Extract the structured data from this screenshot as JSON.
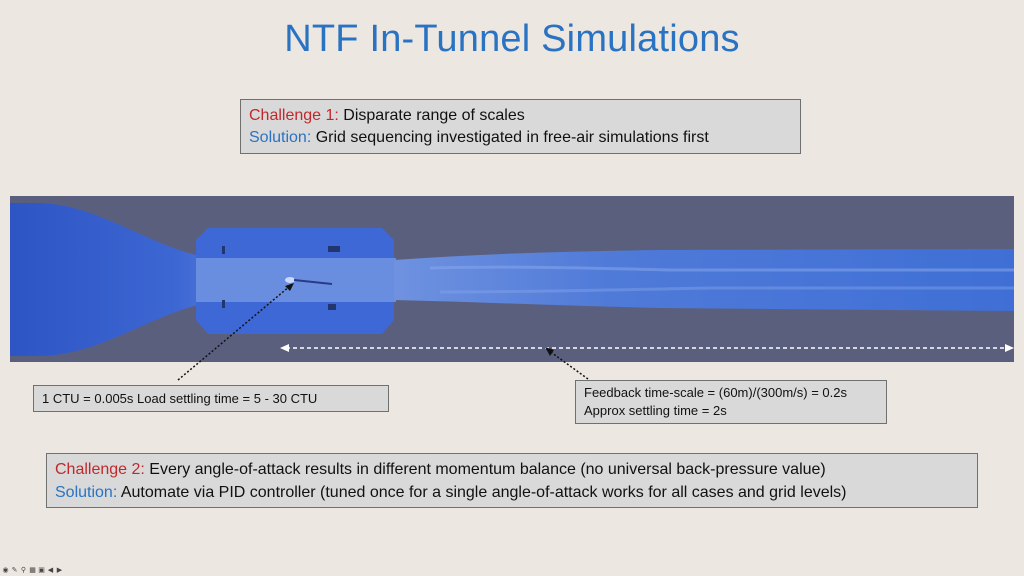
{
  "title": "NTF In-Tunnel Simulations",
  "challenge1": {
    "label": "Challenge 1:",
    "text": " Disparate range of scales",
    "solution_label": "Solution:",
    "solution_text": " Grid sequencing investigated in free-air simulations first"
  },
  "annotation_left": "1 CTU = 0.005s  Load settling time = 5 - 30 CTU",
  "annotation_right": {
    "line1": "Feedback time-scale = (60m)/(300m/s) = 0.2s",
    "line2": "Approx settling time = 2s"
  },
  "challenge2": {
    "label": "Challenge 2:",
    "text": " Every angle-of-attack results in different momentum balance (no universal back-pressure value)",
    "solution_label": "Solution:",
    "solution_text": " Automate via PID controller (tuned once for a single angle-of-attack works for all cases and grid levels)"
  },
  "colors": {
    "title": "#2a73c2",
    "challenge": "#c0292b",
    "solution": "#2a73c2",
    "tunnel_background": "#5b5f7e",
    "flow": "#3d6fd9"
  },
  "icons": [
    "pointer-icon",
    "pen-icon",
    "zoom-icon",
    "slides-icon",
    "camera-icon",
    "prev-icon",
    "next-icon"
  ]
}
